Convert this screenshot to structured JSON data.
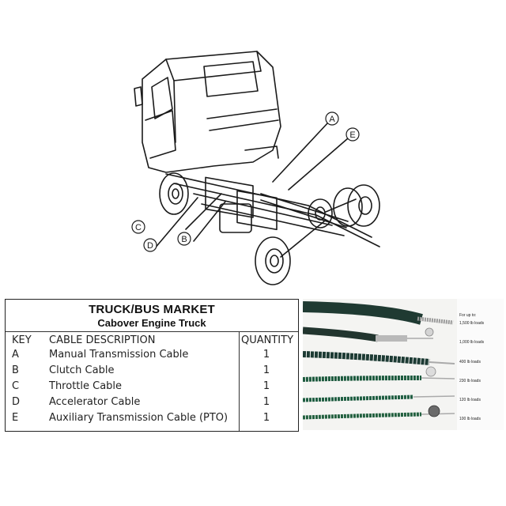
{
  "diagram": {
    "callouts": [
      "A",
      "B",
      "C",
      "D",
      "E"
    ]
  },
  "table": {
    "title": "TRUCK/BUS MARKET",
    "subtitle": "Cabover Engine Truck",
    "headers": {
      "key": "KEY",
      "description": "CABLE DESCRIPTION",
      "quantity": "QUANTITY"
    },
    "rows": [
      {
        "key": "A",
        "description": "Manual Transmission Cable",
        "quantity": "1"
      },
      {
        "key": "B",
        "description": "Clutch Cable",
        "quantity": "1"
      },
      {
        "key": "C",
        "description": "Throttle Cable",
        "quantity": "1"
      },
      {
        "key": "D",
        "description": "Accelerator Cable",
        "quantity": "1"
      },
      {
        "key": "E",
        "description": "Auxiliary Transmission Cable (PTO)",
        "quantity": "1"
      }
    ]
  },
  "photo": {
    "heading": "For up to:",
    "loads": [
      "1,500 lb loads",
      "1,000 lb loads",
      "400 lb loads",
      "230 lb loads",
      "120 lb loads",
      "100 lb loads"
    ],
    "cable_colors": [
      "#1f3a32",
      "#22352f",
      "#1d3b34",
      "#1c5a3e",
      "#1f5e42",
      "#22603f"
    ]
  }
}
